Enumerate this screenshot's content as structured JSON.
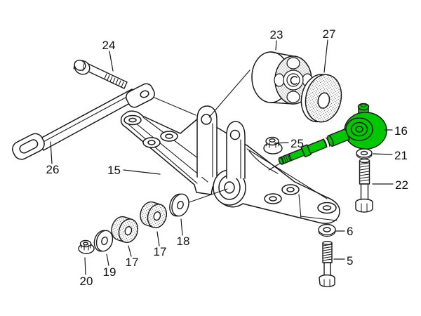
{
  "diagram": {
    "type": "exploded-parts-diagram",
    "background": "#ffffff",
    "line_color": "#1a1a1a",
    "highlight_color": "#00c800",
    "parts": {
      "p5": {
        "number": "5",
        "name": "hex-bolt-short"
      },
      "p6": {
        "number": "6",
        "name": "washer"
      },
      "p15": {
        "number": "15",
        "name": "crossmember"
      },
      "p16": {
        "number": "16",
        "name": "transmission-mount-highlighted",
        "highlighted": true
      },
      "p17": {
        "number": "17",
        "name": "rubber-bushing"
      },
      "p18": {
        "number": "18",
        "name": "washer-large"
      },
      "p19": {
        "number": "19",
        "name": "washer-small"
      },
      "p20": {
        "number": "20",
        "name": "hex-nut"
      },
      "p21": {
        "number": "21",
        "name": "washer-small"
      },
      "p22": {
        "number": "22",
        "name": "hex-bolt-long"
      },
      "p23": {
        "number": "23",
        "name": "bushing-drum"
      },
      "p24": {
        "number": "24",
        "name": "hex-bolt"
      },
      "p25": {
        "number": "25",
        "name": "hex-nut-flanged"
      },
      "p26": {
        "number": "26",
        "name": "support-strut"
      },
      "p27": {
        "number": "27",
        "name": "washer-disc"
      }
    }
  }
}
